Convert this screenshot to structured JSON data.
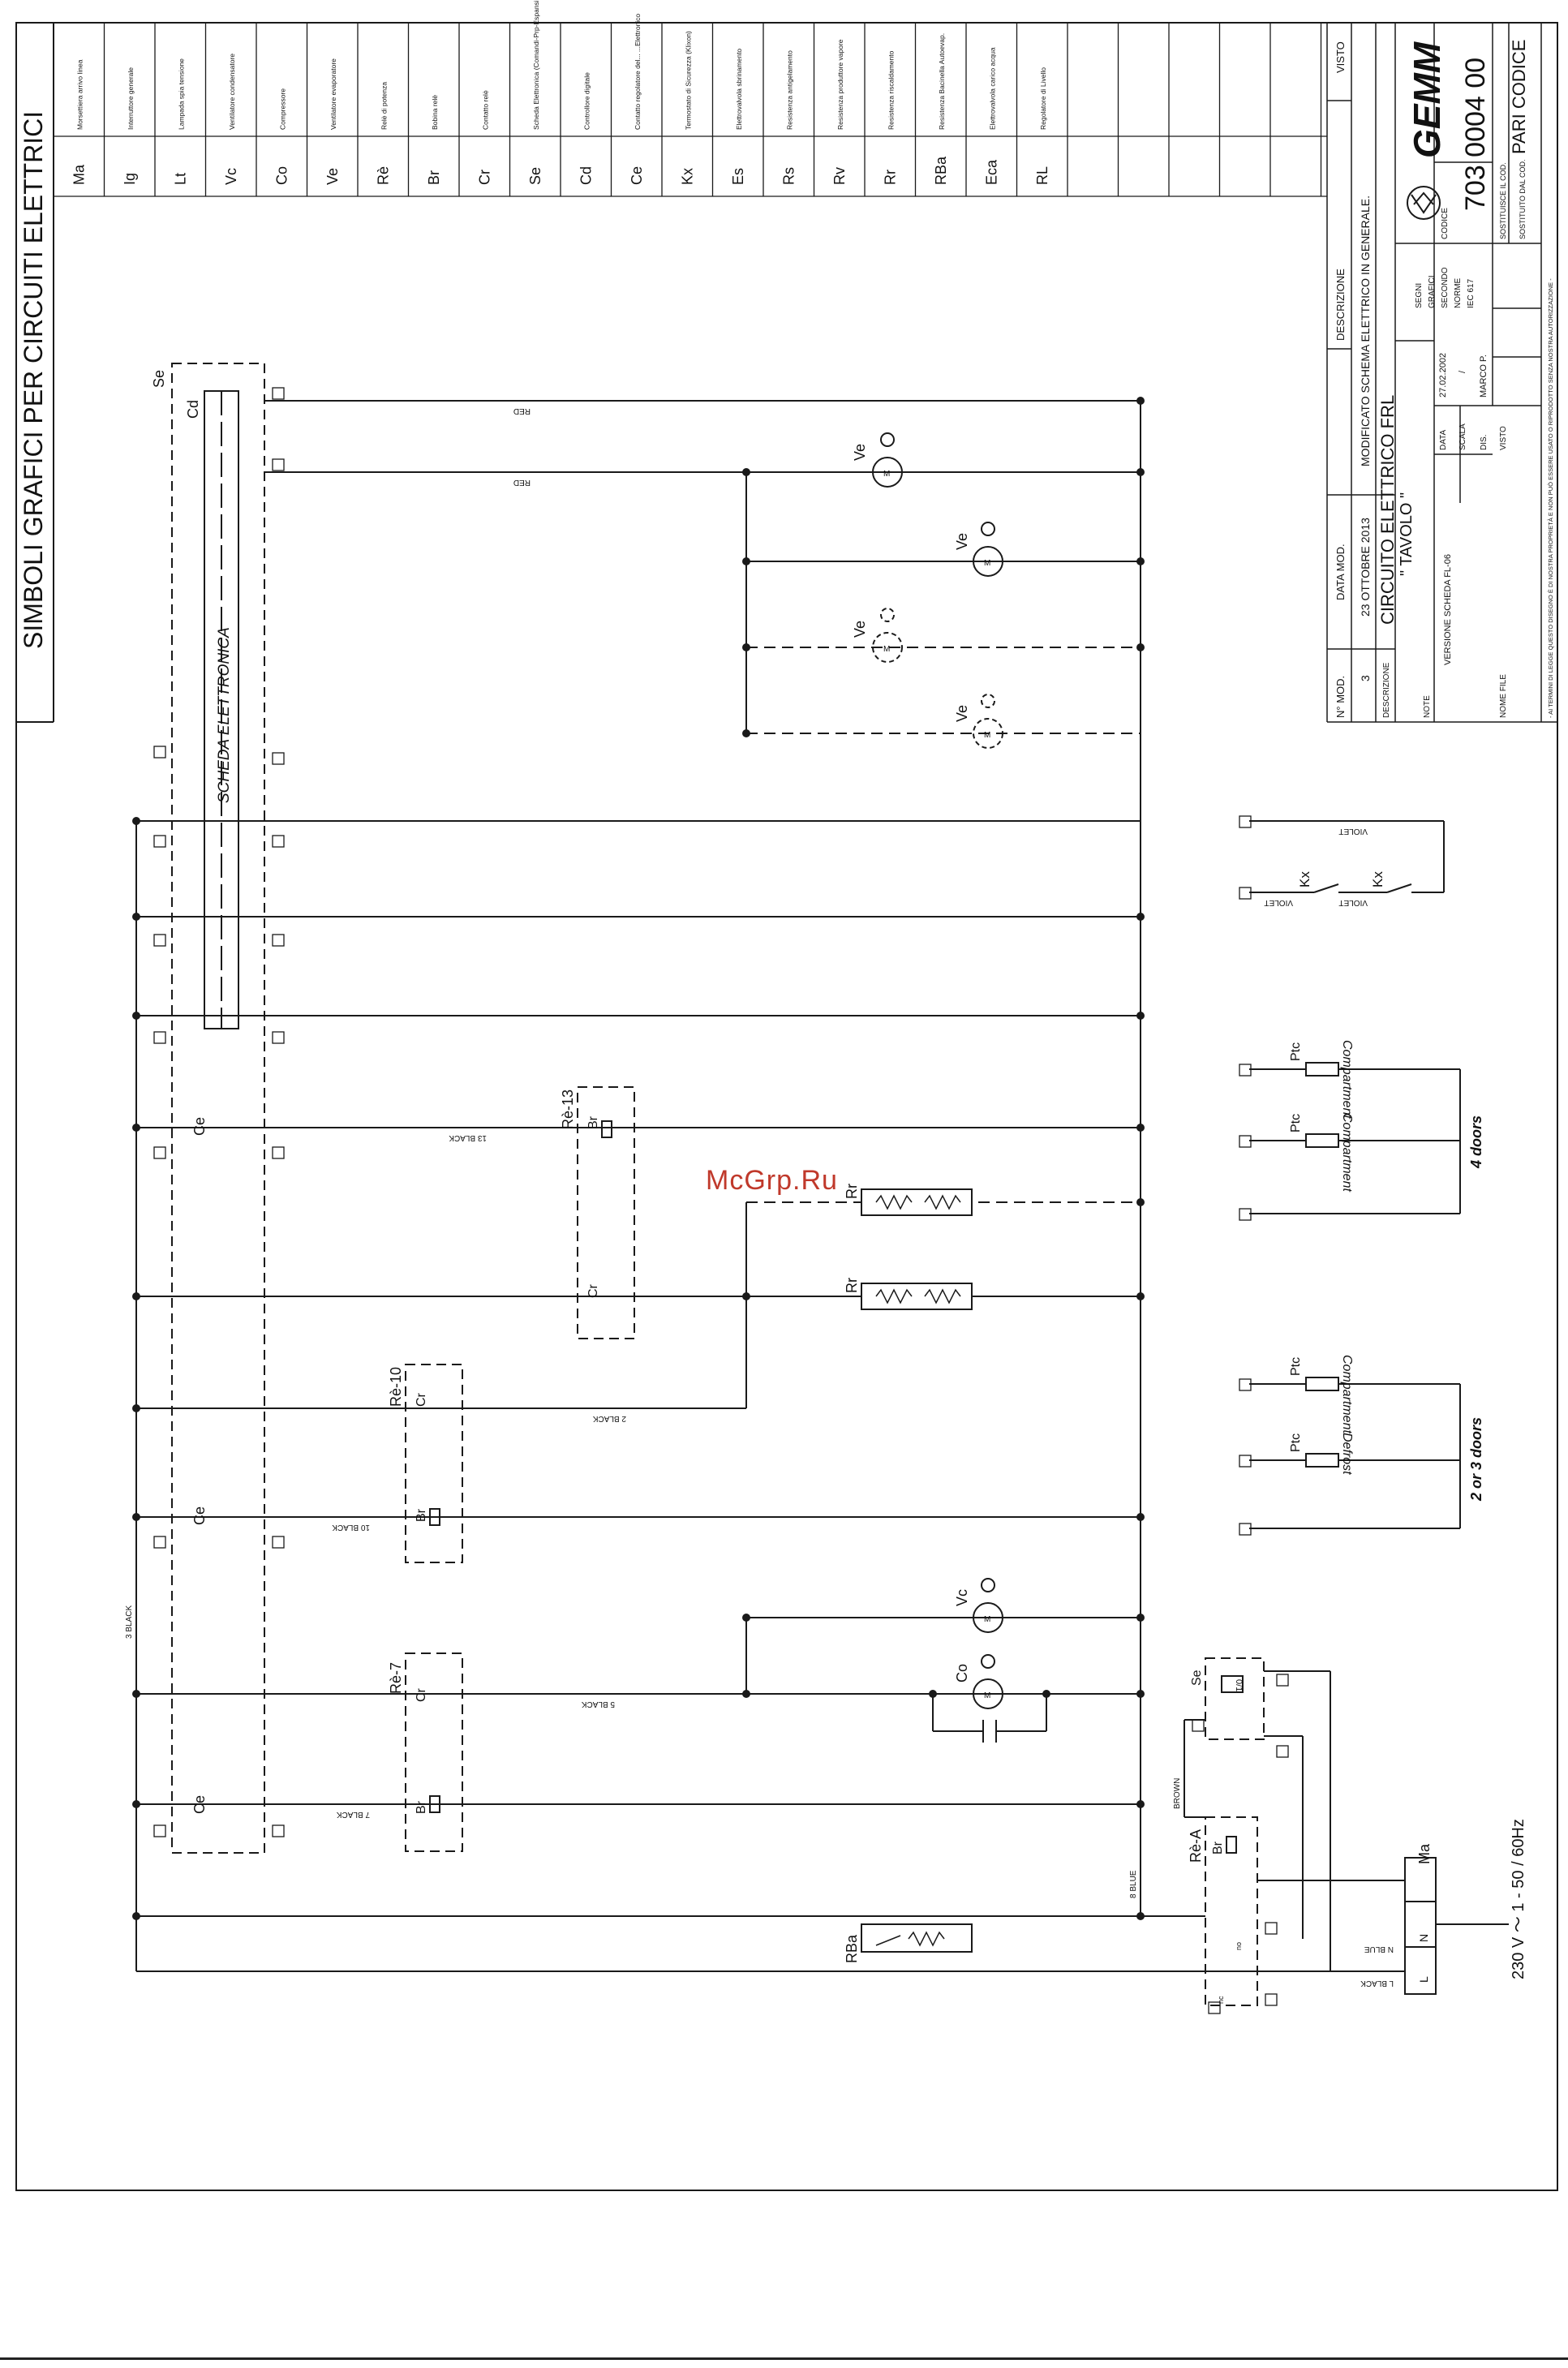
{
  "sheet": {
    "title": "SIMBOLI GRAFICI PER CIRCUITI ELETTRICI",
    "watermark": "McGrp.Ru"
  },
  "legend": [
    {
      "code": "Ma",
      "desc": "Morsettiera arrivo linea"
    },
    {
      "code": "Ig",
      "desc": "Interruttore generale"
    },
    {
      "code": "Lt",
      "desc": "Lampada spia tensione"
    },
    {
      "code": "Vc",
      "desc": "Ventilatore condensatore"
    },
    {
      "code": "Co",
      "desc": "Compressore"
    },
    {
      "code": "Ve",
      "desc": "Ventilatore evaporatore"
    },
    {
      "code": "Rè",
      "desc": "Relè di potenza"
    },
    {
      "code": "Br",
      "desc": "Bobina relè"
    },
    {
      "code": "Cr",
      "desc": "Contatto relè"
    },
    {
      "code": "Se",
      "desc": "Scheda Elettronica (Comandi-Prp-Espansione)"
    },
    {
      "code": "Cd",
      "desc": "Controllore digitale"
    },
    {
      "code": "Ce",
      "desc": "Contatto regolatore del... ...Elettronico"
    },
    {
      "code": "Kx",
      "desc": "Termostato di Sicurezza (Klixon)"
    },
    {
      "code": "Es",
      "desc": "Elettrovalvola sbrinamento"
    },
    {
      "code": "Rs",
      "desc": "Resistenza antigelamento"
    },
    {
      "code": "Rv",
      "desc": "Resistenza produttore vapore"
    },
    {
      "code": "Rr",
      "desc": "Resistenza riscaldamento"
    },
    {
      "code": "RBa",
      "desc": "Resistenza Bacinella Autoevap."
    },
    {
      "code": "Eca",
      "desc": "Elettrovalvola carico acqua"
    },
    {
      "code": "RL",
      "desc": "Regolatore di Livello"
    }
  ],
  "title_block": {
    "visto_label": "VISTO",
    "descrizione_label": "DESCRIZIONE",
    "data_mod_label": "DATA MOD.",
    "n_mod_label": "N° MOD.",
    "n_mod": "3",
    "data_mod": "23 OTTOBRE 2013",
    "mod_description": "MODIFICATO SCHEMA ELETTRICO IN GENERALE.",
    "desc_label": "DESCRIZIONE",
    "desc_line1": "CIRCUITO ELETTRICO  FRL",
    "desc_line2": "\" TAVOLO \"",
    "note_label": "NOTE",
    "note_text": "VERSIONE SCHEDA  FL-06",
    "nome_file_label": "NOME FILE",
    "data_label": "DATA",
    "data_value": "27.02.2002",
    "scala_label": "SCALA",
    "scala_value": "/",
    "dis_label": "DIS.",
    "dis_value": "MARCO P.",
    "visto2_label": "VISTO",
    "segni_line1": "SEGNI",
    "segni_line2": "GRAFICI",
    "segni_line3": "SECONDO",
    "segni_line4": "NORME",
    "segni_line5": "IEC 617",
    "company": "GEMM",
    "codice_label": "CODICE",
    "code": "703 0004 00",
    "sostituisce_label": "SOSTITUISCE IL COD.",
    "sostituito_label": "SOSTITUITO DAL COD.",
    "pari_codice": "PARI CODICE",
    "legal": "- AI TERMINI DI LEGGE QUESTO DISEGNO È DI NOSTRA PROPRIETÀ E NON PUÒ ESSERE USATO O RIPRODOTTO SENZA NOSTRA AUTORIZZAZIONE -"
  },
  "schematic": {
    "board_label": "SCHEDA ELETTRONICA",
    "se_label": "Se",
    "cd_label": "Cd",
    "ce_label": "Ce",
    "ve_label": "Ve",
    "vc_label": "Vc",
    "co_label": "Co",
    "rr_label": "Rr",
    "rr2_label": "Rr",
    "rba_label": "RBa",
    "ma_label": "Ma",
    "re13_label": "Rè-13",
    "re10_label": "Rè-10",
    "re7_label": "Rè-7",
    "rea_label": "Rè-A",
    "br_label": "Br",
    "cr_label": "Cr",
    "kx_label": "Kx",
    "ptc_label": "Ptc",
    "compartment_label": "Compartment",
    "defrost_label": "Defrost",
    "four_doors": "4 doors",
    "two_three_doors": "2 or 3 doors",
    "supply": "230 V  ～  1 - 50 / 60Hz",
    "wire_red": "RED",
    "wire_violet": "VIOLET",
    "wire_13black": "13 BLACK",
    "wire_2black": "2 BLACK",
    "wire_10black": "10 BLACK",
    "wire_5black": "5 BLACK",
    "wire_7black": "7 BLACK",
    "wire_3black": "3 BLACK",
    "wire_8blue": "8 BLUE",
    "wire_nblue": "N BLUE",
    "wire_lblack": "L BLACK",
    "wire_brown": "BROWN",
    "term_n": "N",
    "term_l": "L",
    "m_letter": "M",
    "reg_text": "0/1",
    "no_text": "no",
    "nc_text": "nc"
  },
  "colors": {
    "line": "#1a1a1a",
    "accent": "#c0392b"
  }
}
